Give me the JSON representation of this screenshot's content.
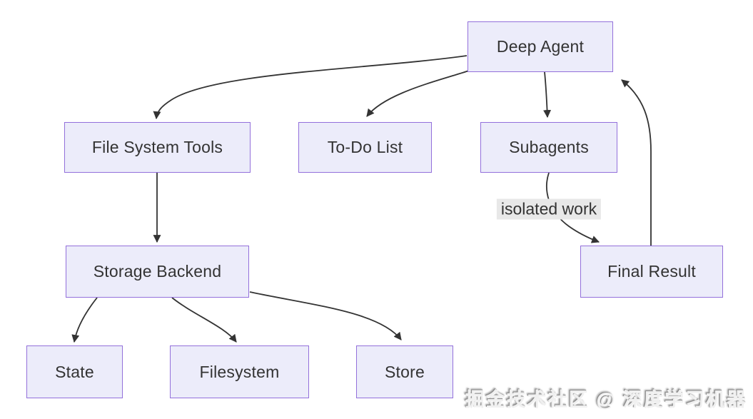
{
  "diagram": {
    "type": "flowchart",
    "nodes": [
      {
        "id": "deep-agent",
        "label": "Deep Agent"
      },
      {
        "id": "file-system-tools",
        "label": "File System Tools"
      },
      {
        "id": "todo-list",
        "label": "To-Do List"
      },
      {
        "id": "subagents",
        "label": "Subagents"
      },
      {
        "id": "storage-backend",
        "label": "Storage Backend"
      },
      {
        "id": "final-result",
        "label": "Final Result"
      },
      {
        "id": "state",
        "label": "State"
      },
      {
        "id": "filesystem",
        "label": "Filesystem"
      },
      {
        "id": "store",
        "label": "Store"
      }
    ],
    "edges": [
      {
        "from": "deep-agent",
        "to": "file-system-tools",
        "label": ""
      },
      {
        "from": "deep-agent",
        "to": "todo-list",
        "label": ""
      },
      {
        "from": "deep-agent",
        "to": "subagents",
        "label": ""
      },
      {
        "from": "file-system-tools",
        "to": "storage-backend",
        "label": ""
      },
      {
        "from": "storage-backend",
        "to": "state",
        "label": ""
      },
      {
        "from": "storage-backend",
        "to": "filesystem",
        "label": ""
      },
      {
        "from": "storage-backend",
        "to": "store",
        "label": ""
      },
      {
        "from": "subagents",
        "to": "final-result",
        "label": "isolated work"
      },
      {
        "from": "final-result",
        "to": "deep-agent",
        "label": ""
      }
    ],
    "colors": {
      "background": "#ffffff",
      "node_fill": "#ECECFA",
      "node_border": "#9370DB",
      "edge": "#333333",
      "text": "#333333",
      "edge_label_bg": "#e8e8e8"
    }
  },
  "watermark": {
    "text": "掘金技术社区 @ 深度学习机器"
  }
}
